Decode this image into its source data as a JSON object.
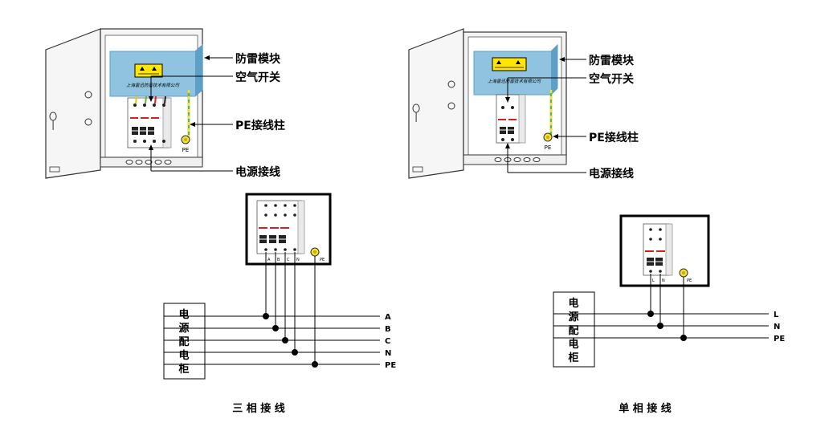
{
  "left_cabinet": {
    "labels": {
      "surge_module": "防雷模块",
      "air_switch": "空气开关",
      "pe_post": "PE接线柱",
      "power_wiring": "电源接线"
    },
    "module_text": "上海雷迅防雷技术有限公司",
    "pe_tag": "PE"
  },
  "right_cabinet": {
    "labels": {
      "surge_module": "防雷模块",
      "air_switch": "空气开关",
      "pe_post": "PE接线柱",
      "power_wiring": "电源接线"
    },
    "module_text": "上海雷迅防雷技术有限公司",
    "pe_tag": "PE"
  },
  "three_phase": {
    "panel_chars": [
      "电",
      "源",
      "配",
      "电",
      "柜"
    ],
    "terminal_labels": [
      "A",
      "B",
      "C",
      "N"
    ],
    "pe_tag": "PE",
    "wire_labels": [
      "A",
      "B",
      "C",
      "N",
      "PE"
    ],
    "caption": "三 相 接 线"
  },
  "single_phase": {
    "panel_chars": [
      "电",
      "源",
      "配",
      "电",
      "柜"
    ],
    "terminal_labels": [
      "L",
      "N"
    ],
    "pe_tag": "PE",
    "wire_labels": [
      "L",
      "N",
      "PE"
    ],
    "caption": "单 相 接 线"
  },
  "colors": {
    "module_blue": "#8fc3e0",
    "module_blue_dark": "#5e9fc7",
    "warning_yellow": "#ffe600",
    "breaker_red": "#d42020",
    "ground_green": "#6cb33e",
    "ground_yellow": "#f3e03a",
    "cabinet_gray": "#f4f4f4"
  }
}
